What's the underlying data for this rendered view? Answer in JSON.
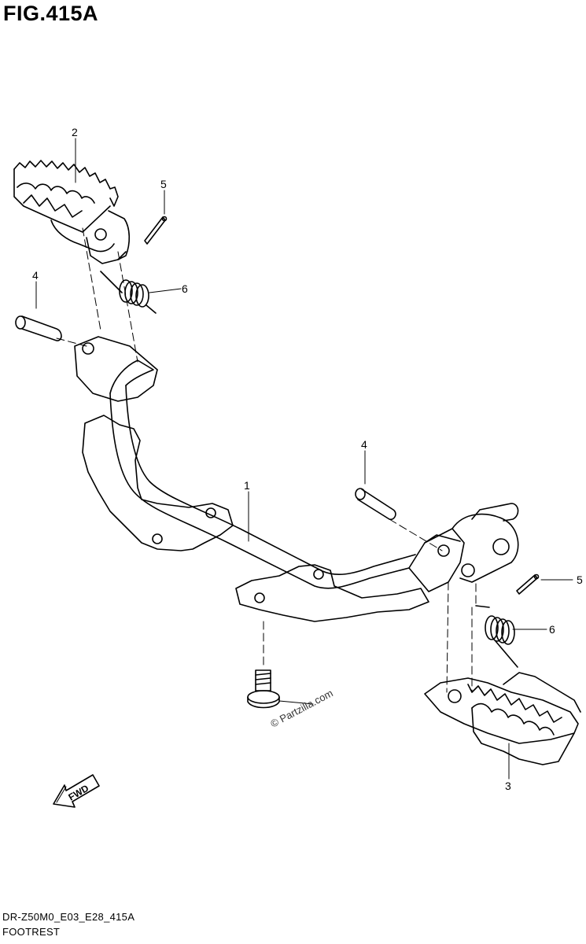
{
  "figure": {
    "title": "FIG.415A"
  },
  "callouts": [
    {
      "id": "c1",
      "number": "1"
    },
    {
      "id": "c2",
      "number": "2"
    },
    {
      "id": "c3",
      "number": "3"
    },
    {
      "id": "c4a",
      "number": "4"
    },
    {
      "id": "c4b",
      "number": "4"
    },
    {
      "id": "c5a",
      "number": "5"
    },
    {
      "id": "c5b",
      "number": "5"
    },
    {
      "id": "c6a",
      "number": "6"
    },
    {
      "id": "c6b",
      "number": "6"
    }
  ],
  "fwd_arrow": {
    "label": "FWD"
  },
  "watermark": {
    "text": "© Partzilla.com"
  },
  "footer": {
    "code": "DR-Z50M0_E03_E28_415A",
    "name": "FOOTREST"
  }
}
